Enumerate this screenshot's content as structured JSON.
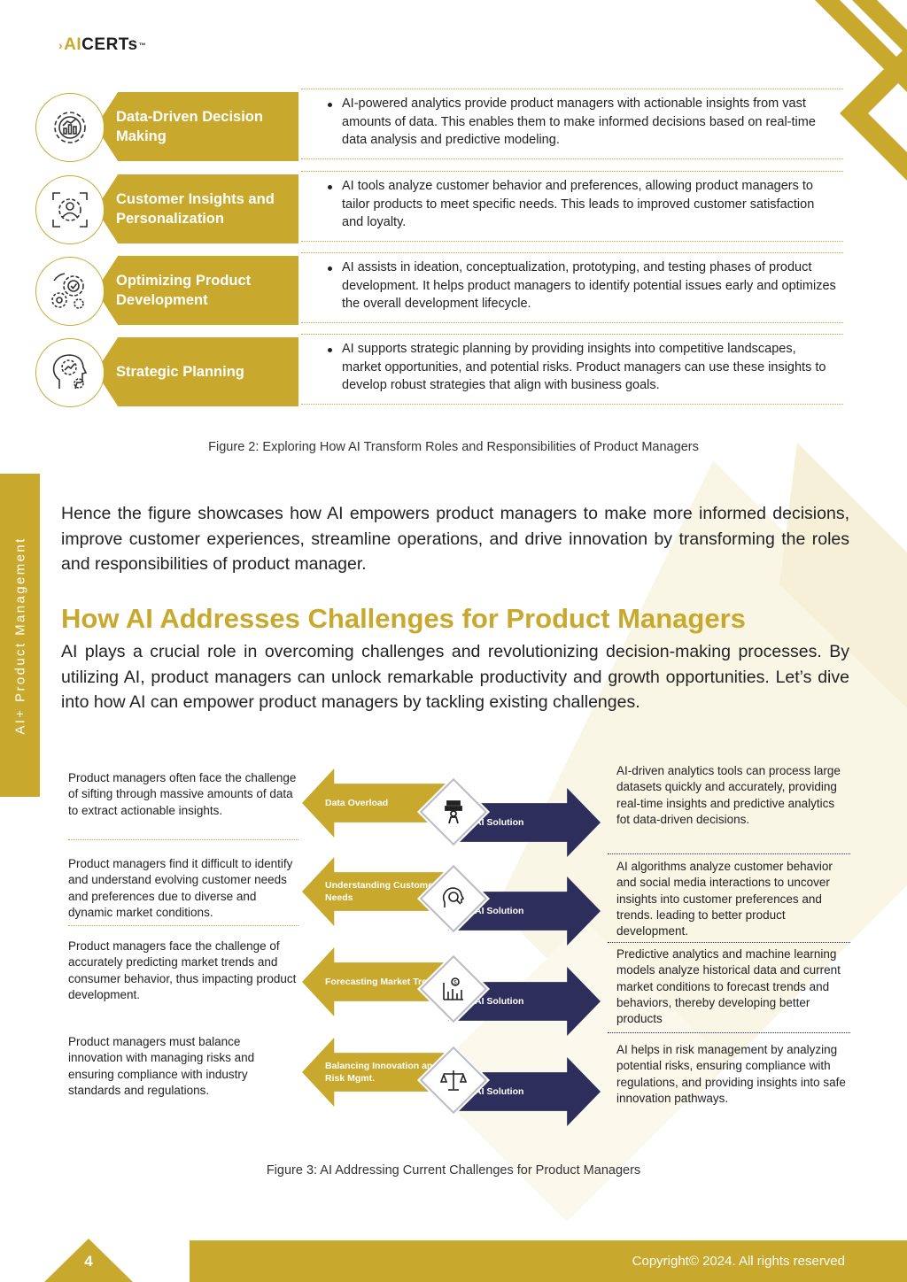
{
  "header": {
    "logo_prefix": "AI",
    "logo_main": "CERTs",
    "logo_tm": "™"
  },
  "sidebar": {
    "label": "AI+ Product Management"
  },
  "figure2": {
    "rows": [
      {
        "icon": "analytics-gear-icon",
        "title": "Data-Driven Decision Making",
        "desc": "AI-powered analytics provide product managers with actionable insights from vast amounts of data. This enables them to make informed decisions based on real-time data analysis and predictive modeling."
      },
      {
        "icon": "customer-focus-icon",
        "title": "Customer Insights and Personalization",
        "desc": "AI tools analyze customer behavior and preferences, allowing product managers to tailor products to meet specific needs. This leads to improved customer satisfaction and loyalty."
      },
      {
        "icon": "gears-check-icon",
        "title": "Optimizing Product Development",
        "desc": "AI assists in ideation, conceptualization, prototyping, and testing phases of product development. It helps product managers to identify potential issues early and optimizes the overall development lifecycle."
      },
      {
        "icon": "strategy-head-icon",
        "title": "Strategic Planning",
        "desc": "AI supports strategic planning by providing insights into competitive landscapes, market opportunities, and potential risks. Product managers can use these insights to develop robust strategies that align with business goals."
      }
    ],
    "caption": "Figure 2: Exploring How AI Transform Roles and Responsibilities of Product Managers"
  },
  "body": {
    "para1": "Hence the figure showcases how AI empowers product managers to make more informed decisions, improve customer experiences, streamline operations, and drive innovation by transforming the roles and responsibilities of product manager.",
    "heading": "How AI Addresses Challenges for Product Managers",
    "para2": "AI plays a crucial role in overcoming challenges and revolutionizing decision-making processes. By utilizing AI, product managers can unlock remarkable productivity and growth opportunities. Let’s dive into how AI can empower product managers by tackling existing challenges."
  },
  "figure3": {
    "solution_label": "AI Solution",
    "rows": [
      {
        "icon": "data-overload-icon",
        "challenge": "Data Overload",
        "problem": "Product managers often face the challenge of sifting through massive amounts of data to extract actionable insights.",
        "solution": "AI-driven analytics tools can process large datasets quickly and accurately, providing real-time insights and predictive analytics fot data-driven decisions."
      },
      {
        "icon": "customer-search-icon",
        "challenge": "Understanding Customer Needs",
        "problem": "Product managers find it difficult to identify and understand evolving customer needs and preferences due to diverse and dynamic market conditions.",
        "solution": "AI algorithms analyze customer behavior and social media interactions to uncover insights into customer preferences and trends. leading to better product development."
      },
      {
        "icon": "forecast-chart-icon",
        "challenge": "Forecasting Market Trends",
        "problem": "Product managers face the challenge of accurately predicting market trends and consumer behavior, thus impacting product development.",
        "solution": "Predictive analytics and machine learning models analyze historical data and current market conditions to forecast trends and behaviors, thereby developing better products"
      },
      {
        "icon": "balance-scale-icon",
        "challenge": "Balancing Innovation and Risk Mgmt.",
        "problem": "Product managers must balance innovation with managing risks and ensuring compliance with industry standards and regulations.",
        "solution": "AI helps in risk management by analyzing potential risks, ensuring compliance with regulations, and providing insights into safe innovation pathways."
      }
    ],
    "caption": "Figure 3: AI Addressing Current Challenges for Product Managers"
  },
  "footer": {
    "page_number": "4",
    "copyright": "Copyright© 2024. All rights reserved"
  },
  "colors": {
    "gold": "#c9a82e",
    "navy": "#2d2e5c"
  }
}
